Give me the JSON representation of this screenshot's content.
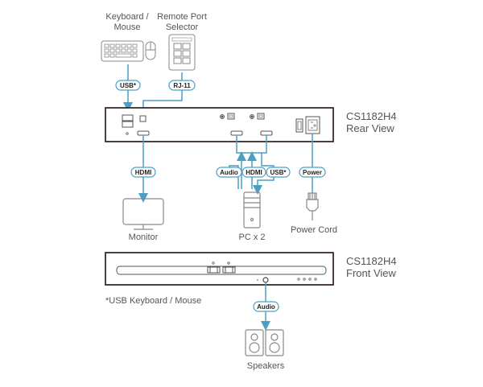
{
  "devices": {
    "keyboard_mouse": "Keyboard /\nMouse",
    "keyboard_mouse_line1": "Keyboard /",
    "keyboard_mouse_line2": "Mouse",
    "remote_selector_line1": "Remote Port",
    "remote_selector_line2": "Selector",
    "monitor": "Monitor",
    "pc": "PC x 2",
    "power_cord": "Power Cord",
    "speakers": "Speakers"
  },
  "unit": {
    "rear_model": "CS1182H4",
    "rear_view": "Rear View",
    "front_model": "CS1182H4",
    "front_view": "Front View"
  },
  "cables": {
    "usb_kbm": "USB*",
    "rj11": "RJ-11",
    "hdmi_monitor": "HDMI",
    "audio_pc": "Audio",
    "hdmi_pc": "HDMI",
    "usb_pc": "USB*",
    "power": "Power",
    "audio_front": "Audio"
  },
  "footnote": "*USB Keyboard / Mouse",
  "colors": {
    "cable": "#4a9fc4",
    "outline": "#888888",
    "unit_border": "#3a2a2a"
  }
}
